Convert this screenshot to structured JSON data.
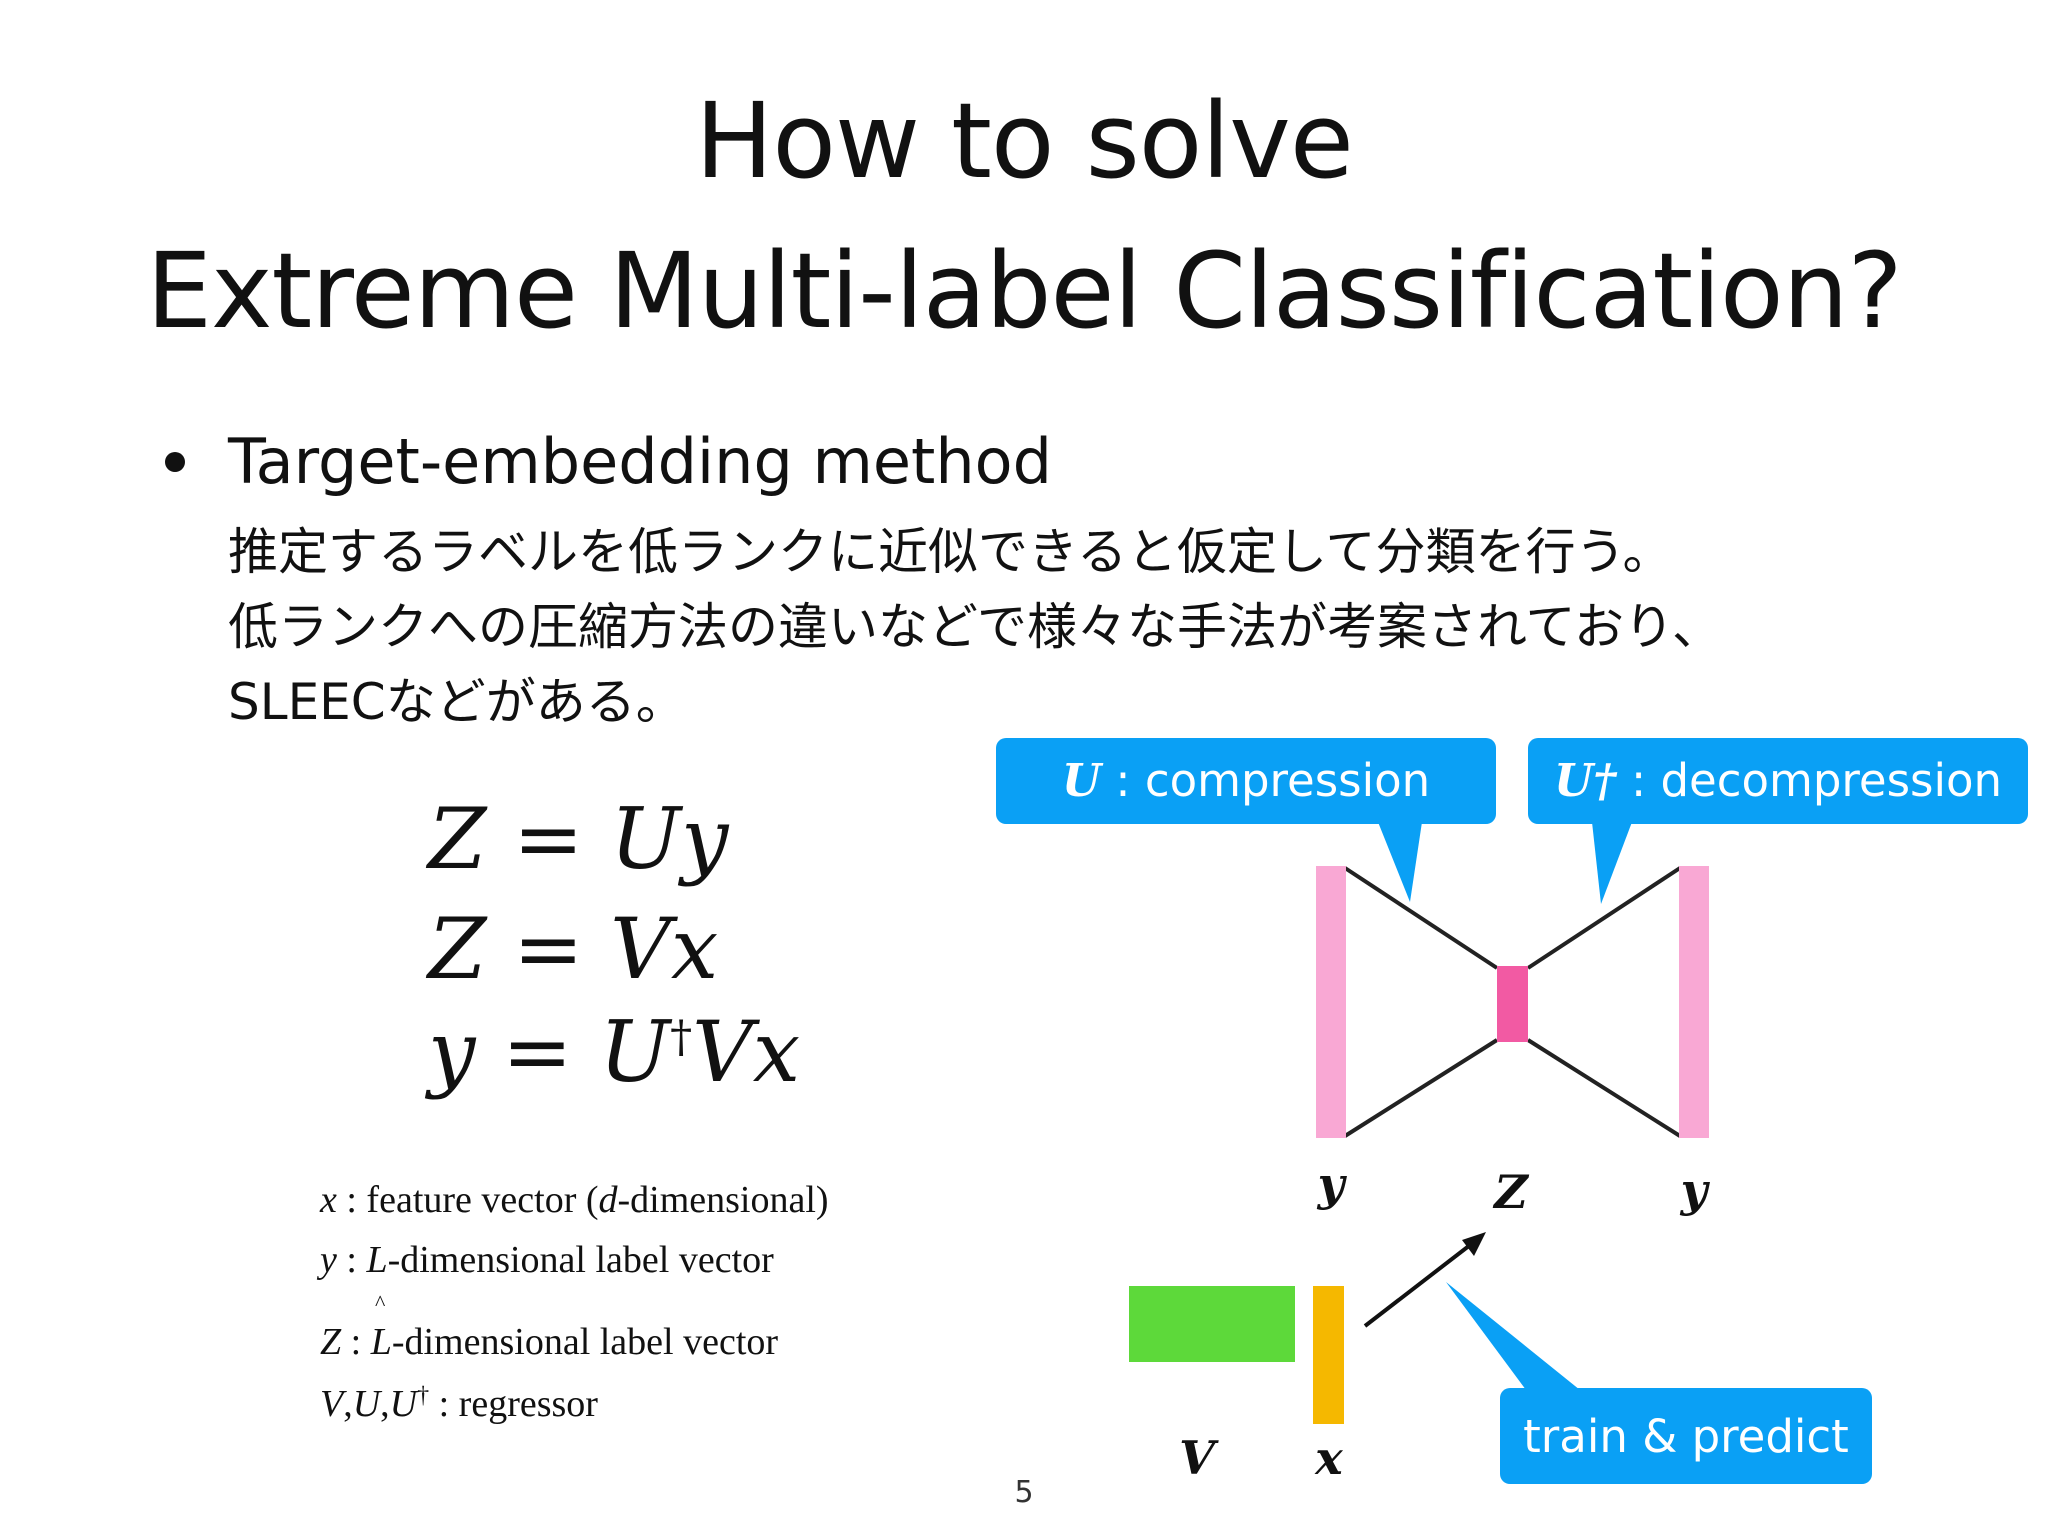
{
  "title": {
    "line1": "How to solve",
    "line2": "Extreme Multi-label Classification?"
  },
  "bullet": {
    "heading": "Target-embedding method",
    "lines": [
      "推定するラベルを低ランクに近似できると仮定して分類を行う。",
      "低ランクへの圧縮方法の違いなどで様々な手法が考案されており、",
      "SLEECなどがある。"
    ]
  },
  "equations": [
    {
      "lhs": "Z",
      "eq": "=",
      "rhs": "Uy"
    },
    {
      "lhs": "Z",
      "eq": "=",
      "rhs": "Vx"
    },
    {
      "lhs": "y",
      "eq": "=",
      "rhs_u": "U",
      "dagger": "†",
      "rhs_rest": "Vx"
    }
  ],
  "definitions": [
    {
      "sym": "x",
      "text": " : feature vector (",
      "sym2": "d",
      "text2": "-dimensional)"
    },
    {
      "sym": "y",
      "text": " : ",
      "sym2": "L",
      "text2": "-dimensional label vector"
    },
    {
      "sym": "Z",
      "text": " : ",
      "sym2": "L",
      "text2": "-dimensional label vector",
      "hat": "^"
    },
    {
      "sym": "V",
      "sep1": ",",
      "sym2": "U",
      "sep2": ",",
      "sym3": "U",
      "dagger": "†",
      "text": " : regressor"
    }
  ],
  "diagram": {
    "callouts": {
      "compression": {
        "symbol": "U",
        "label": " : compression"
      },
      "decompression": {
        "symbol": "U†",
        "label": " : decompression"
      },
      "train_predict": {
        "label": "train & predict"
      }
    },
    "labels": {
      "y_left": "y",
      "z": "Z",
      "y_right": "y",
      "v": "V",
      "x": "x"
    },
    "colors": {
      "callout": "#0aa0f5",
      "label_bar": "#f9a8d4",
      "z_bar": "#f25aa3",
      "v_block": "#5dd93a",
      "x_bar": "#f5b800"
    }
  },
  "page_number": "5"
}
